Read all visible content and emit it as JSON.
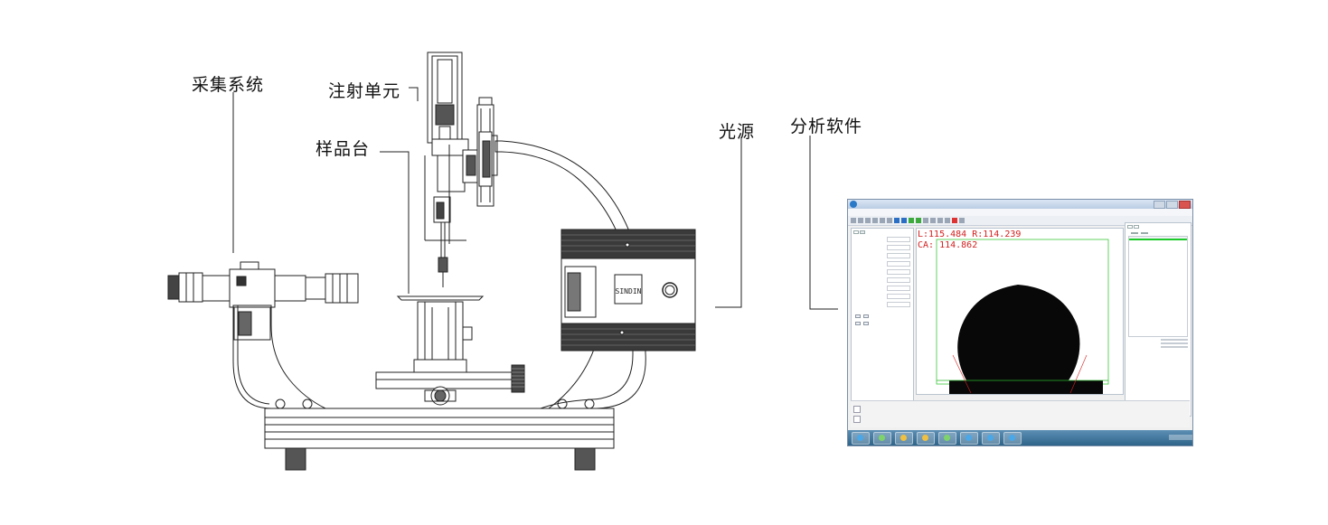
{
  "labels": {
    "acquisition": "采集系统",
    "injection": "注射单元",
    "stage": "样品台",
    "light": "光源",
    "software": "分析软件"
  },
  "device": {
    "brand_plate": "SINDIN"
  },
  "software": {
    "measure_line1": "L:115.484  R:114.239",
    "measure_line2": "CA: 114.862"
  },
  "colors": {
    "line": "#222222",
    "measure_text": "#d42020",
    "baseline": "#28b428",
    "roi": "#3cc83c",
    "droplet": "#080808",
    "highlight_row": "#1ccb2a"
  }
}
